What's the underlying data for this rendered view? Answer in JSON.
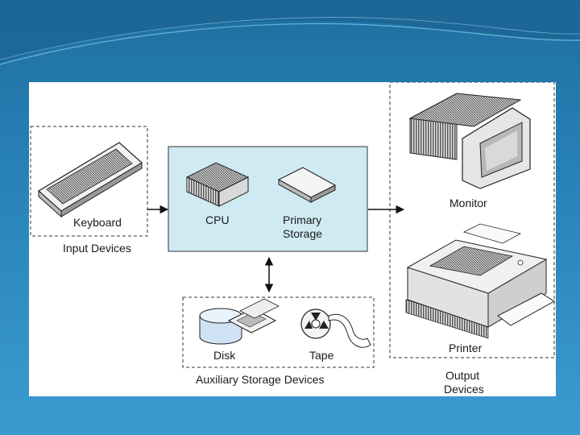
{
  "labels": {
    "keyboard": "Keyboard",
    "input_devices": "Input Devices",
    "cpu": "CPU",
    "primary_storage_line1": "Primary",
    "primary_storage_line2": "Storage",
    "monitor": "Monitor",
    "printer": "Printer",
    "output_devices_line1": "Output",
    "output_devices_line2": "Devices",
    "disk": "Disk",
    "tape": "Tape",
    "auxiliary_storage": "Auxiliary Storage Devices"
  },
  "colors": {
    "processing_box_fill": "#cfeaf3",
    "background_top": "#1f6fa0",
    "background_bottom": "#3b9bd0"
  },
  "icons": [
    "keyboard-icon",
    "cpu-icon",
    "primary-storage-icon",
    "monitor-icon",
    "printer-icon",
    "disk-icon",
    "floppy-icon",
    "tape-icon"
  ]
}
